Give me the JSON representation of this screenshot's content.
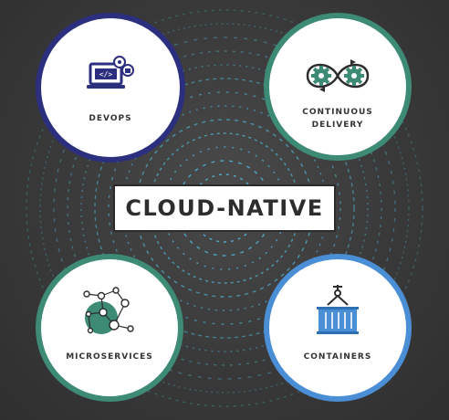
{
  "center": {
    "label": "CLOUD-NATIVE"
  },
  "nodes": {
    "devops": {
      "label": "DEVOPS",
      "color": "#2c2f7e"
    },
    "continuous_delivery": {
      "label_line1": "CONTINUOUS",
      "label_line2": "DELIVERY",
      "color": "#3d8a75"
    },
    "microservices": {
      "label": "MICROSERVICES",
      "color": "#3d8a75"
    },
    "containers": {
      "label": "CONTAINERS",
      "color": "#4a8fd6"
    }
  },
  "colors": {
    "background": "#3a3a3a",
    "rings": "#4fc3e8",
    "icon_dark": "#2c2f7e",
    "icon_teal": "#3d8a75",
    "icon_blue": "#4a8fd6"
  }
}
